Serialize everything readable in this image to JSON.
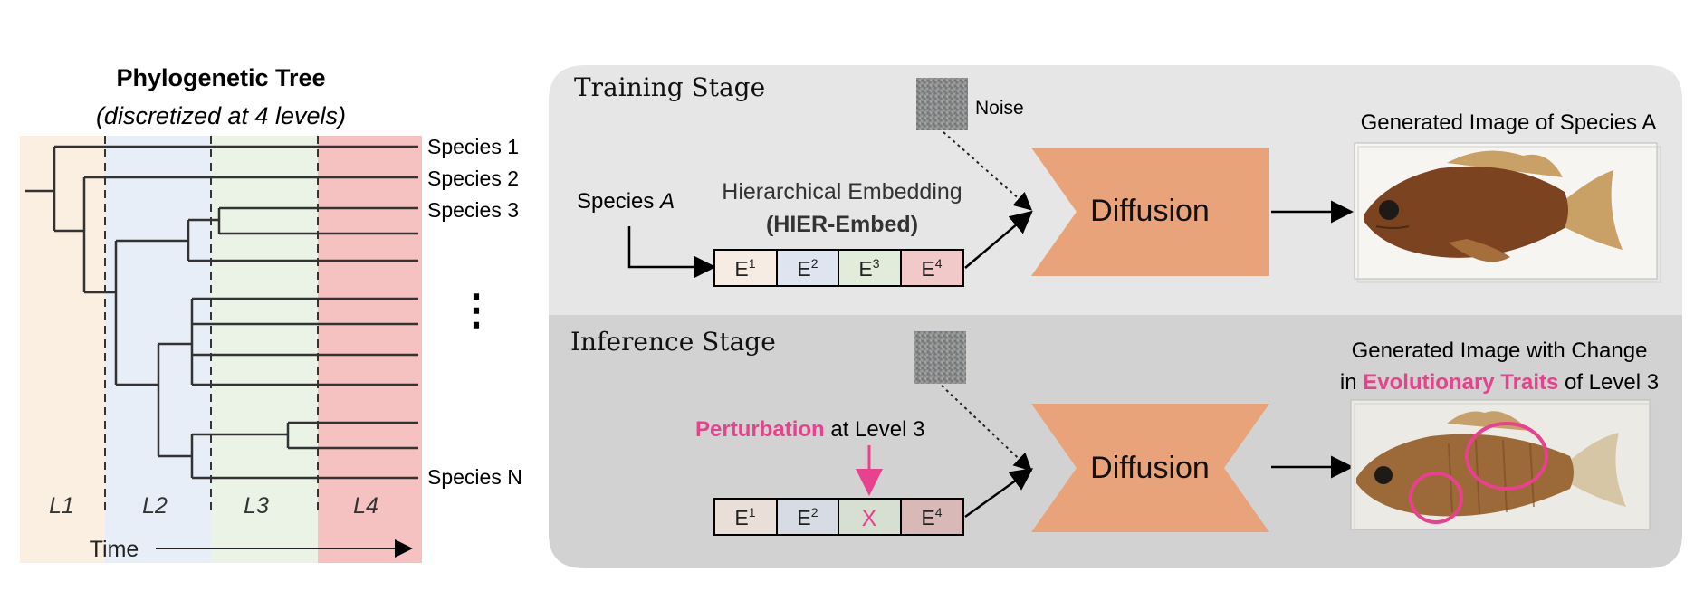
{
  "tree": {
    "title": "Phylogenetic Tree",
    "subtitle": "(discretized at 4 levels)",
    "levels": [
      "L1",
      "L2",
      "L3",
      "L4"
    ],
    "time_label": "Time",
    "species": [
      "Species 1",
      "Species 2",
      "Species 3",
      "Species N"
    ],
    "ellipsis": "⋮",
    "colors": {
      "l1": "#fbefe2",
      "l2": "#e8eef8",
      "l3": "#eaf3e5",
      "l4": "#f5c1c1"
    }
  },
  "training": {
    "title": "Training Stage",
    "noise_label": "Noise",
    "species_label_prefix": "Species ",
    "species_label_var": "A",
    "embed_title": "Hierarchical Embedding",
    "embed_subtitle": "(HIER-Embed)",
    "embed_cells": [
      "E1",
      "E2",
      "E3",
      "E4"
    ],
    "diffusion_label": "Diffusion",
    "output_title": "Generated Image of Species A"
  },
  "inference": {
    "title": "Inference Stage",
    "perturb_highlight": "Perturbation",
    "perturb_rest": " at Level 3",
    "embed_cells": [
      "E1",
      "E2",
      "X",
      "E4"
    ],
    "diffusion_label": "Diffusion",
    "output_line1": "Generated Image with Change",
    "output_line2_prefix": "in ",
    "output_line2_highlight": "Evolutionary Traits",
    "output_line2_suffix": " of Level 3"
  },
  "colors": {
    "accent_pink": "#e8418e",
    "diffusion_orange": "#e9a37a",
    "training_bg": "#e6e6e6",
    "inference_bg": "#d2d2d2"
  }
}
